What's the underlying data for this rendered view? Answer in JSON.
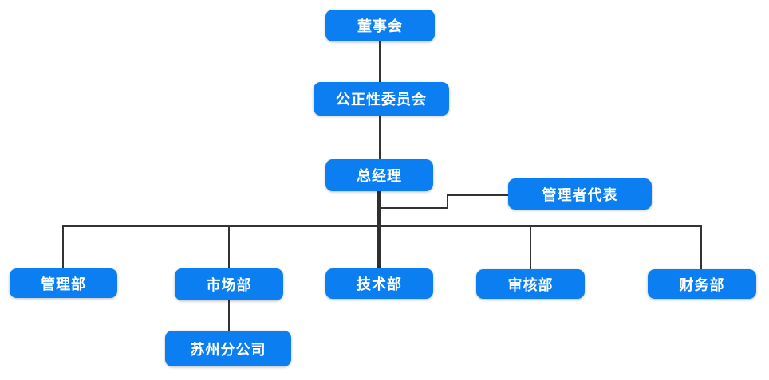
{
  "diagram": {
    "type": "org-chart",
    "nodes": {
      "board": "董事会",
      "impartiality_committee": "公正性委员会",
      "general_manager": "总经理",
      "management_representative": "管理者代表",
      "management_dept": "管理部",
      "marketing_dept": "市场部",
      "technical_dept": "技术部",
      "audit_dept": "审核部",
      "finance_dept": "财务部",
      "suzhou_branch": "苏州分公司"
    },
    "edges": [
      "董事会 → 公正性委员会",
      "公正性委员会 → 总经理",
      "总经理 → 管理者代表",
      "总经理 → 管理部",
      "总经理 → 市场部",
      "总经理 → 技术部",
      "总经理 → 审核部",
      "总经理 → 财务部",
      "市场部 → 苏州分公司"
    ],
    "colors": {
      "node_fill": "#0b7ff2",
      "node_text": "#ffffff",
      "connector": "#333333",
      "background": "#ffffff"
    }
  }
}
